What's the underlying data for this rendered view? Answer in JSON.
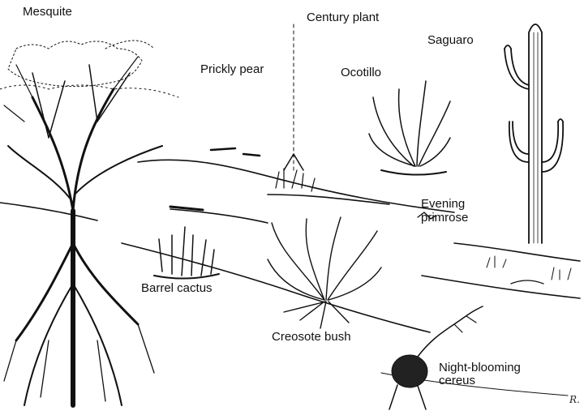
{
  "labels": {
    "mesquite": "Mesquite",
    "century_plant": "Century plant",
    "saguaro": "Saguaro",
    "prickly_pear": "Prickly pear",
    "ocotillo": "Ocotillo",
    "evening_primrose_line1": "Evening",
    "evening_primrose_line2": "primrose",
    "barrel_cactus": "Barrel cactus",
    "creosote_bush": "Creosote bush",
    "night_blooming_line1": "Night-blooming",
    "night_blooming_line2": "cereus"
  },
  "signature": "R.",
  "colors": {
    "ink": "#111111",
    "background": "#ffffff"
  }
}
